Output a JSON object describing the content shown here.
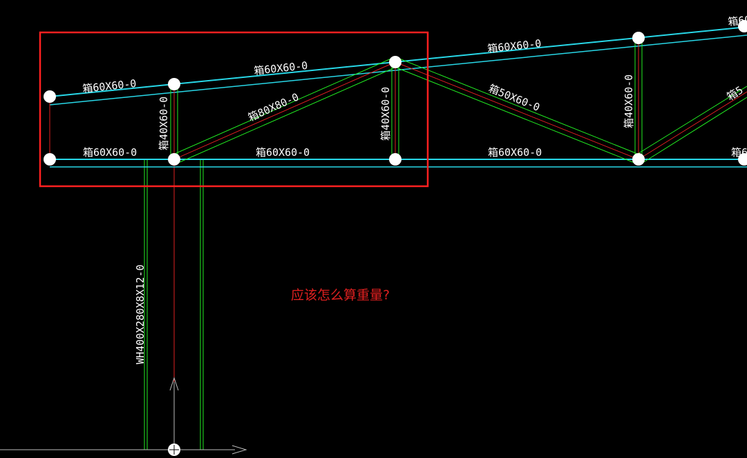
{
  "drawing": {
    "colors": {
      "background": "#000000",
      "chord": "#28d8e8",
      "web_outline": "#22ee22",
      "web_center": "#e02020",
      "node": "#ffffff",
      "highlight_box": "#ff2020",
      "label_text": "#ffffff",
      "axis": "#bbbbbb"
    },
    "members": {
      "top_chord_1": "箱60X60-0",
      "top_chord_2": "箱60X60-0",
      "top_chord_3": "箱60X60-0",
      "top_chord_4": "箱60X",
      "bottom_chord_1": "箱60X60-0",
      "bottom_chord_2": "箱60X60-0",
      "bottom_chord_3": "箱60X60-0",
      "bottom_chord_4": "箱6",
      "web_diag_1": "箱80X80-0",
      "web_diag_2": "箱50X60-0",
      "web_diag_3": "箱5",
      "vertical_1": "箱40X60-0",
      "vertical_2": "箱40X60-0",
      "vertical_3": "箱40X60-0",
      "column": "WH400X280X8X12-0"
    },
    "question": "应该怎么算重量?"
  }
}
